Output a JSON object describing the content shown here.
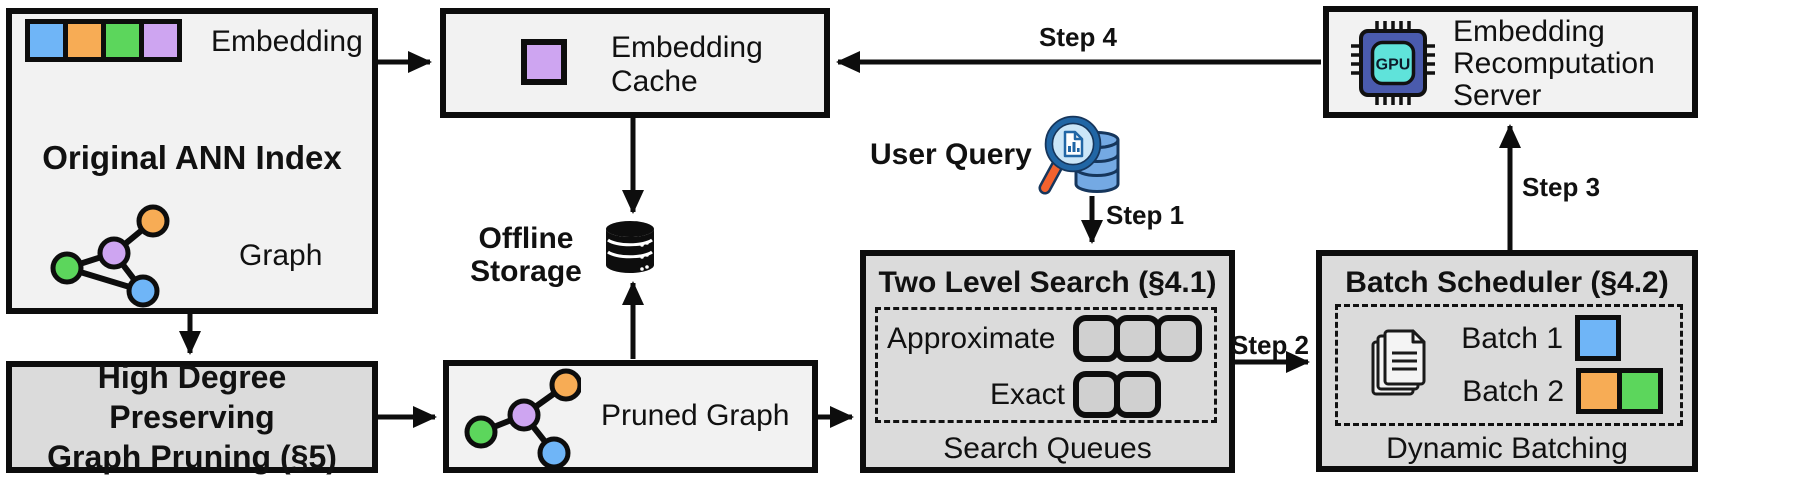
{
  "colors": {
    "blue": "#6FB5F7",
    "orange": "#F7AC55",
    "green": "#5CD65C",
    "purple": "#CEA5F1",
    "box_light": "#f2f2f2",
    "box_gray": "#dbdbdb",
    "outline": "#0d0d0d",
    "queue_slot_fill": "#d0d0d0",
    "chip_body": "#4A5BAD",
    "chip_face": "#5FE3DA",
    "db_blue": "#74A9E3",
    "handle_orange": "#F2622E"
  },
  "boxes": {
    "original_ann_index": {
      "title": "Original ANN Index",
      "embedding_label": "Embedding",
      "graph_label": "Graph",
      "embedding_colors": [
        "blue",
        "orange",
        "green",
        "purple"
      ]
    },
    "graph_pruning": {
      "title": "High Degree Preserving\nGraph Pruning (§5)"
    },
    "embedding_cache": {
      "title": "Embedding\nCache",
      "swatch": [
        "purple"
      ]
    },
    "offline_storage": {
      "title": "Offline\nStorage"
    },
    "pruned_graph": {
      "title": "Pruned Graph"
    },
    "user_query": {
      "label": "User Query"
    },
    "two_level_search": {
      "title": "Two Level Search (§4.1)",
      "approximate_label": "Approximate",
      "approximate_slots": 3,
      "exact_label": "Exact",
      "exact_slots": 2,
      "caption": "Search Queues"
    },
    "batch_scheduler": {
      "title": "Batch Scheduler (§4.2)",
      "batch1_label": "Batch 1",
      "batch1_colors": [
        "blue"
      ],
      "batch2_label": "Batch 2",
      "batch2_colors": [
        "orange",
        "green"
      ],
      "caption": "Dynamic Batching"
    },
    "recomputation_server": {
      "title": "Embedding\nRecomputation\nServer",
      "chip_label": "GPU"
    }
  },
  "steps": {
    "step1": "Step 1",
    "step2": "Step 2",
    "step3": "Step 3",
    "step4": "Step 4"
  }
}
